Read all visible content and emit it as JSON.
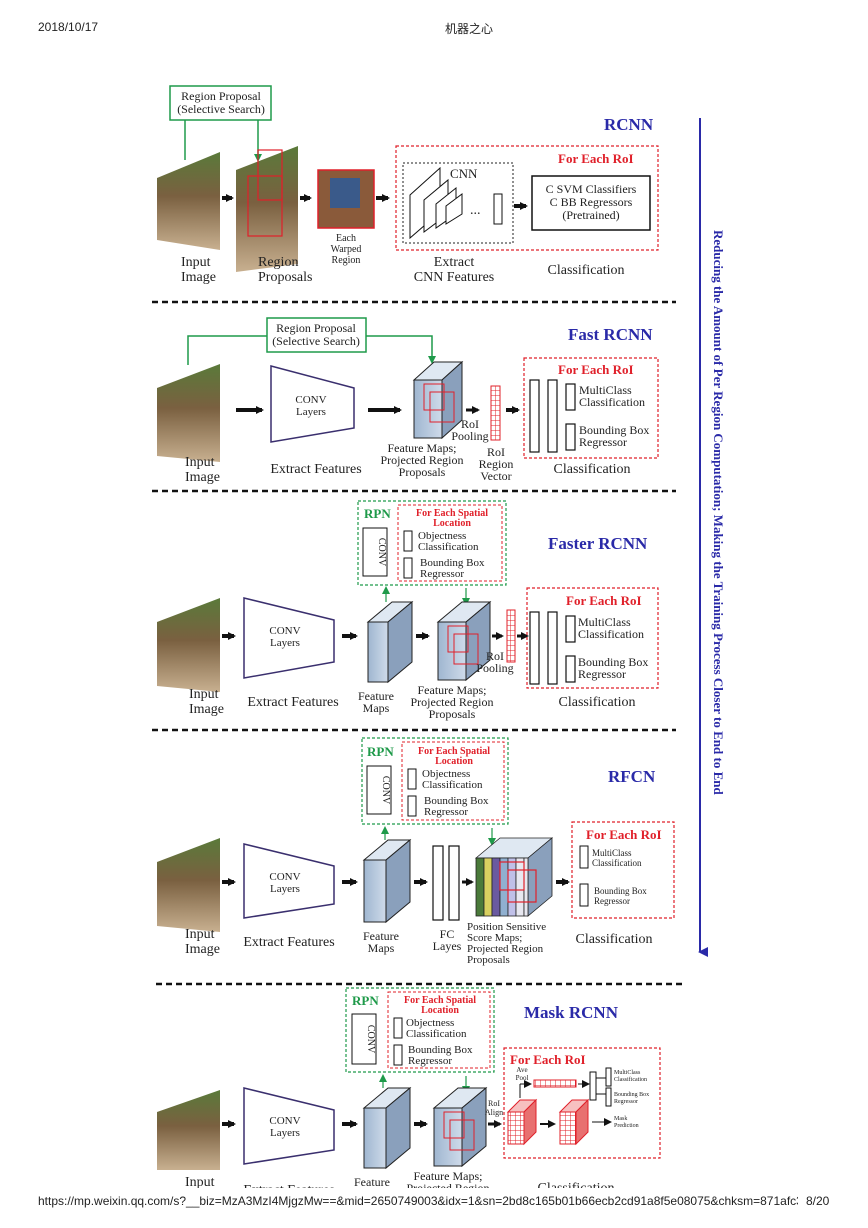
{
  "page_header": {
    "date": "2018/10/17",
    "site_name": "机器之心"
  },
  "page_footer": {
    "url": "https://mp.weixin.qq.com/s?__biz=MzA3MzI4MjgzMw==&mid=2650749003&idx=1&sn=2bd8c165b01b66ecb2cd91a8f5e08075&chksm=871afc3…",
    "page_number": "8/20"
  },
  "figure": {
    "side_arrow_text": "Reducing the Amount of Per Region Computation; Making the Training Process Closer to End to End",
    "colors": {
      "title": "#2a2aa8",
      "red": "#e0202a",
      "green": "#1f9a4a",
      "conv_edge": "#3a2f6e",
      "feature_map": "#b8cbe0"
    },
    "sections": [
      {
        "title": "RCNN",
        "region_proposal": "Region Proposal",
        "selective_search": "(Selective Search)",
        "input_1": "Input",
        "input_2": "Image",
        "proposals_1": "Region",
        "proposals_2": "Proposals",
        "warped_1": "Each",
        "warped_2": "Warped",
        "warped_3": "Region",
        "cnn": "CNN",
        "dots": "...",
        "extract_1": "Extract",
        "extract_2": "CNN Features",
        "for_each": "For Each RoI",
        "cls_1": "C SVM Classifiers",
        "cls_2": "C BB Regressors",
        "cls_3": "(Pretrained)",
        "classification": "Classification"
      },
      {
        "title": "Fast RCNN",
        "region_proposal": "Region Proposal",
        "selective_search": "(Selective Search)",
        "input_1": "Input",
        "input_2": "Image",
        "conv_1": "CONV",
        "conv_2": "Layers",
        "extract": "Extract Features",
        "fm_1": "Feature Maps;",
        "fm_2": "Projected Region",
        "fm_3": "Proposals",
        "pool_1": "RoI",
        "pool_2": "Pooling",
        "vec_1": "RoI",
        "vec_2": "Region",
        "vec_3": "Vector",
        "for_each": "For Each RoI",
        "mc_1": "MultiClass",
        "mc_2": "Classification",
        "bb_1": "Bounding Box",
        "bb_2": "Regressor",
        "classification": "Classification"
      },
      {
        "title": "Faster RCNN",
        "rpn": "RPN",
        "rpn_conv": "CONV",
        "spatial_1": "For Each Spatial",
        "spatial_2": "Location",
        "obj_1": "Objectness",
        "obj_2": "Classification",
        "bb_1": "Bounding Box",
        "bb_2": "Regressor",
        "input_1": "Input",
        "input_2": "Image",
        "conv_1": "CONV",
        "conv_2": "Layers",
        "extract": "Extract Features",
        "feat_1": "Feature",
        "feat_2": "Maps",
        "fm_1": "Feature Maps;",
        "fm_2": "Projected Region",
        "fm_3": "Proposals",
        "pool_1": "RoI",
        "pool_2": "Pooling",
        "for_each": "For Each RoI",
        "mc_1": "MultiClass",
        "mc_2": "Classification",
        "bb2_1": "Bounding Box",
        "bb2_2": "Regressor",
        "classification": "Classification"
      },
      {
        "title": "RFCN",
        "rpn": "RPN",
        "rpn_conv": "CONV",
        "spatial_1": "For Each Spatial",
        "spatial_2": "Location",
        "obj_1": "Objectness",
        "obj_2": "Classification",
        "bb_1": "Bounding Box",
        "bb_2": "Regressor",
        "input_1": "Input",
        "input_2": "Image",
        "conv_1": "CONV",
        "conv_2": "Layers",
        "extract": "Extract Features",
        "feat_1": "Feature",
        "feat_2": "Maps",
        "fc_1": "FC",
        "fc_2": "Layes",
        "ps_1": "Position Sensitive",
        "ps_2": "Score Maps;",
        "ps_3": "Projected Region",
        "ps_4": "Proposals",
        "for_each": "For Each RoI",
        "mc_1": "MultiClass",
        "mc_2": "Classification",
        "bb2_1": "Bounding Box",
        "bb2_2": "Regressor",
        "classification": "Classification"
      },
      {
        "title": "Mask RCNN",
        "rpn": "RPN",
        "rpn_conv": "CONV",
        "spatial_1": "For Each Spatial",
        "spatial_2": "Location",
        "obj_1": "Objectness",
        "obj_2": "Classification",
        "bb_1": "Bounding Box",
        "bb_2": "Regressor",
        "input_1": "Input",
        "conv_1": "CONV",
        "conv_2": "Layers",
        "extract": "Extract Features",
        "feat_1": "Feature",
        "fm_1": "Feature Maps;",
        "fm_2": "Projected Region",
        "align_1": "RoI",
        "align_2": "Align",
        "avg_1": "Ave",
        "avg_2": "Pool",
        "for_each": "For Each RoI",
        "mc_1": "MultiClass",
        "mc_2": "Classification",
        "bb2_1": "Bounding Box",
        "bb2_2": "Regressor",
        "mask_1": "Mask",
        "mask_2": "Prediction",
        "classification": "Classification"
      }
    ]
  }
}
